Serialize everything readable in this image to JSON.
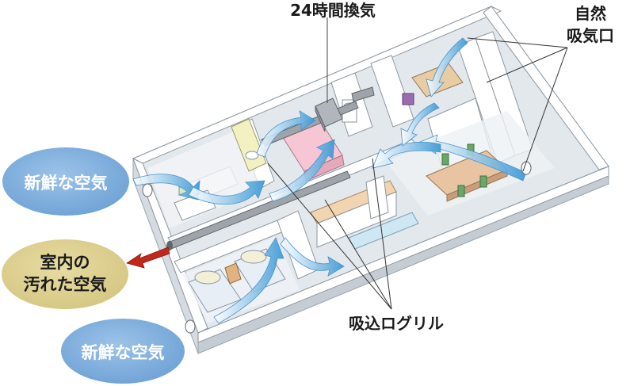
{
  "labels": {
    "ventilation_unit": "24時間換気",
    "natural_inlet_line1": "自然",
    "natural_inlet_line2": "吸気口",
    "fresh_air_upper": "新鮮な空気",
    "fresh_air_lower": "新鮮な空気",
    "stale_air_line1": "室内の",
    "stale_air_line2": "汚れた空気",
    "intake_grille": "吸込ログリル"
  },
  "colors": {
    "fresh_bubble": "#77a8d8",
    "stale_bubble": "#dccf8e",
    "airflow": "#5aa9dc",
    "exhaust_arrow": "#c2271c",
    "wall": "#ffffff",
    "floor": "#e2e7ec",
    "wall_side": "#c9d0d6"
  }
}
